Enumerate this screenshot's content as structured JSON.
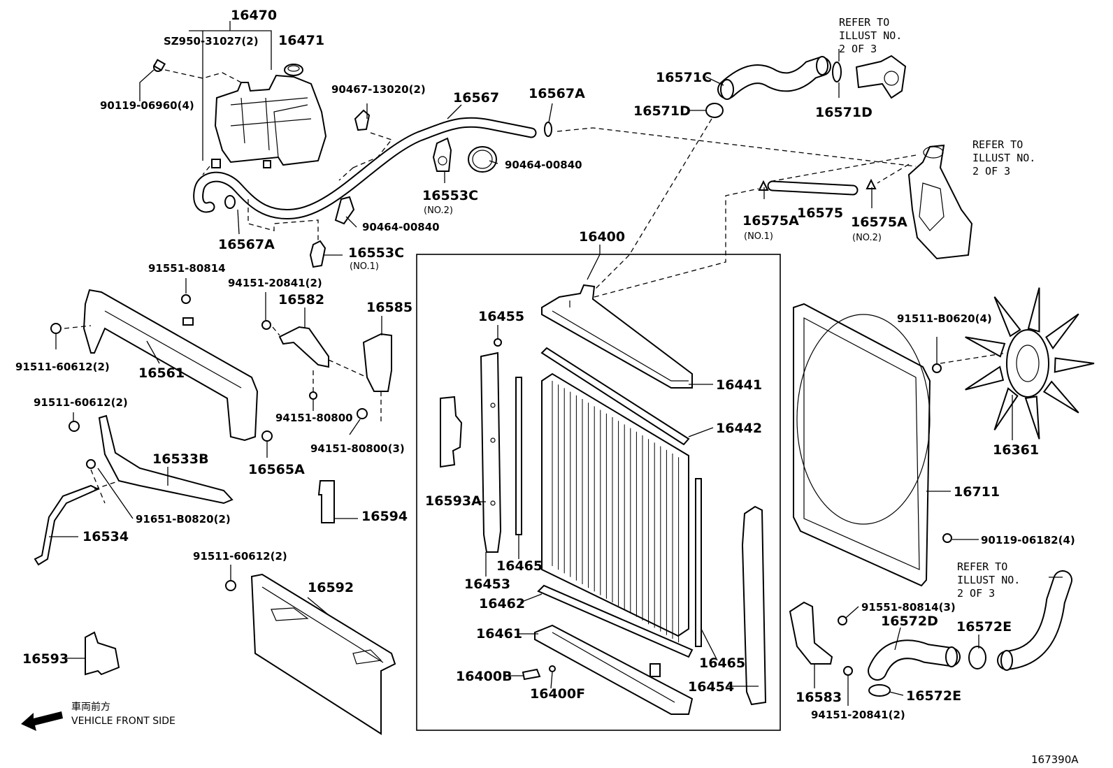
{
  "labels": {
    "l16470": "16470",
    "lSZ950": "SZ950-31027(2)",
    "l16471": "16471",
    "l90119a": "90119-06960(4)",
    "l90467": "90467-13020(2)",
    "l16567": "16567",
    "l16567Ar": "16567A",
    "l90464a": "90464-00840",
    "l16553C2": "16553C",
    "l16553C2n": "(NO.2)",
    "l90464b": "90464-00840",
    "l16567Al": "16567A",
    "l16553C1": "16553C",
    "l16553C1n": "(NO.1)",
    "l16571C": "16571C",
    "l16571Da": "16571D",
    "l16571Db": "16571D",
    "l16575Aa": "16575A",
    "l16575Aan": "(NO.1)",
    "l16575": "16575",
    "l16575Ab": "16575A",
    "l16575Abn": "(NO.2)",
    "l16400": "16400",
    "l91551a": "91551-80814",
    "l94151a": "94151-20841(2)",
    "l16582": "16582",
    "l16585": "16585",
    "l91511a": "91511-60612(2)",
    "l16561": "16561",
    "l91511b": "91511-60612(2)",
    "l94151b": "94151-80800",
    "l94151c": "94151-80800(3)",
    "l16565A": "16565A",
    "l16533B": "16533B",
    "l91651": "91651-B0820(2)",
    "l16534": "16534",
    "l16594": "16594",
    "l16593A": "16593A",
    "l16455": "16455",
    "l16453": "16453",
    "l16465a": "16465",
    "l16462": "16462",
    "l16461": "16461",
    "l16400B": "16400B",
    "l16400F": "16400F",
    "l16441": "16441",
    "l16442": "16442",
    "l16465b": "16465",
    "l16454": "16454",
    "l91511c": "91511-60612(2)",
    "l16592": "16592",
    "l16593": "16593",
    "l91511d": "91511-B0620(4)",
    "l16361": "16361",
    "l16711": "16711",
    "l90119b": "90119-06182(4)",
    "l91551b": "91551-80814(3)",
    "l16572D": "16572D",
    "l16572E1": "16572E",
    "l16572E2": "16572E",
    "l16583": "16583",
    "l94151d": "94151-20841(2)"
  },
  "refs": {
    "r1": [
      "REFER TO",
      "ILLUST NO.",
      "2 OF 3"
    ],
    "r2": [
      "REFER TO",
      "ILLUST NO.",
      "2 OF 3"
    ],
    "r3": [
      "REFER TO",
      "ILLUST NO.",
      "2 OF 3"
    ]
  },
  "front": {
    "jp": "車両前方",
    "en": "VEHICLE FRONT SIDE"
  },
  "diagram_id": "167390A"
}
